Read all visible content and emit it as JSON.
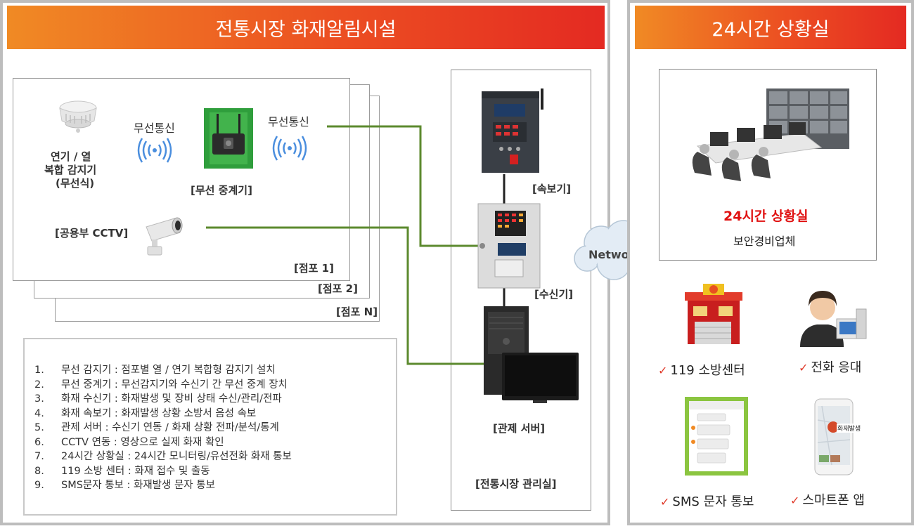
{
  "left_panel": {
    "title": "전통시장 화재알림시설",
    "stores": [
      "[점포 1]",
      "[점포 2]",
      "[점포 N]"
    ],
    "smoke_detector_label": [
      "연기 / 열",
      "복합 감지기",
      "(무선식)"
    ],
    "wireless_label_1": "무선통신",
    "wireless_label_2": "무선통신",
    "repeater_label": "[무선 중계기]",
    "cctv_label": "[공용부 CCTV]",
    "legend": [
      {
        "num": "1.",
        "text": "무선 감지기 : 점포별 열 / 연기 복합형 감지기 설치"
      },
      {
        "num": "2.",
        "text": "무선 중계기 : 무선감지기와 수신기 간 무선 중계 장치"
      },
      {
        "num": "3.",
        "text": "화재 수신기 : 화재발생 및 장비 상태 수신/관리/전파"
      },
      {
        "num": "4.",
        "text": "화재 속보기 : 화재발생 상황 소방서 음성 속보"
      },
      {
        "num": "5.",
        "text": "관제 서버 : 수신기 연동 / 화재 상황 전파/분석/통계"
      },
      {
        "num": "6.",
        "text": "CCTV 연동 : 영상으로 실제 화재 확인"
      },
      {
        "num": "7.",
        "text": "24시간 상황실 : 24시간 모니터링/유선전화 화재 통보"
      },
      {
        "num": "8.",
        "text": "119 소방 센터 : 화재 접수 및 출동"
      },
      {
        "num": "9.",
        "text": "SMS문자 통보 : 화재발생 문자 통보"
      }
    ],
    "quick_reporter_label": "[속보기]",
    "receiver_label": "[수신기]",
    "server_label": "[관제 서버]",
    "office_label": "[전통시장 관리실]",
    "network_label": "Network"
  },
  "right_panel": {
    "title": "24시간 상황실",
    "situation_room_title": "24시간 상황실",
    "situation_room_subtitle": "보안경비업체",
    "services": [
      {
        "label": "119 소방센터",
        "icon": "fire-station-icon"
      },
      {
        "label": "전화 응대",
        "icon": "operator-icon"
      },
      {
        "label": "SMS 문자 통보",
        "icon": "sms-phone-icon"
      },
      {
        "label": "스마트폰 앱",
        "icon": "smartphone-app-icon"
      }
    ],
    "check_mark": "✓",
    "sms_bubble": "화재발생"
  },
  "colors": {
    "banner_start": "#f08a24",
    "banner_end": "#e42a22",
    "connector_green": "#5c8a2e",
    "highlight_red": "#e01010",
    "panel_border": "#bdbdbd"
  }
}
